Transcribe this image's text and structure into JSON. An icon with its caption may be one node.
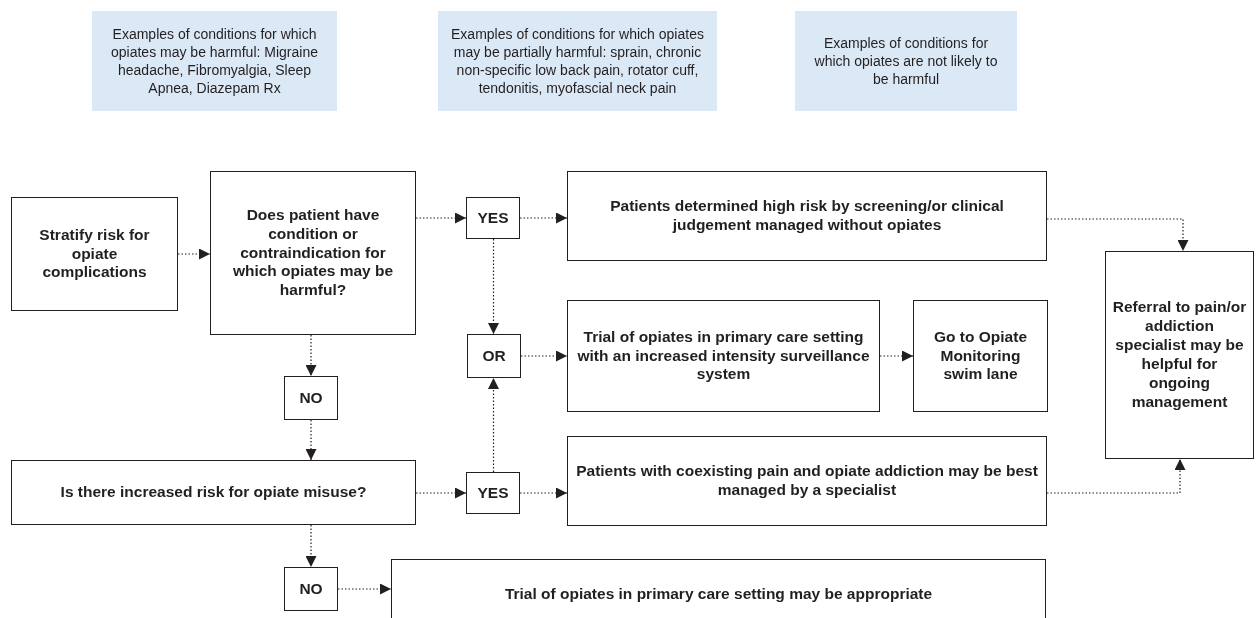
{
  "diagram": {
    "nodes": [
      {
        "text": [
          "Examples of conditions for which opiates may be harmful: Migraine headache, Fibromyalgia, Sleep Apnea, Diazepam Rx"
        ]
      },
      {
        "text": [
          "Examples of conditions for which opiates may be partially harmful: sprain, chronic non-specific low back pain, rotator cuff, tendonitis, myofascial neck pain"
        ]
      },
      {
        "text": [
          "Examples of conditions for which opiates are not likely to be harmful"
        ]
      },
      {
        "text": [
          "Stratify risk for opiate complications"
        ]
      },
      {
        "text": [
          "Does patient have condition or contraindication for which opiates may be harmful?"
        ]
      },
      {
        "text": [
          "YES"
        ]
      },
      {
        "text": [
          "Patients determined high risk by screening/or clinical judgement managed without opiates"
        ]
      },
      {
        "text": [
          "OR"
        ]
      },
      {
        "text": [
          "Trial of opiates in primary care setting with an increased intensity surveillance system"
        ]
      },
      {
        "text": [
          "Go to Opiate Monitoring swim lane"
        ]
      },
      {
        "text": [
          "Referral to pain/or addiction specialist may be helpful for ongoing management"
        ]
      },
      {
        "text": [
          "NO"
        ]
      },
      {
        "text": [
          "Is there increased risk for opiate misuse?"
        ]
      },
      {
        "text": [
          "YES"
        ]
      },
      {
        "text": [
          "Patients with coexisting pain and opiate addiction may be best managed by a specialist"
        ]
      },
      {
        "text": [
          "NO"
        ]
      },
      {
        "text": [
          "Trial of opiates in primary care setting may be appropriate"
        ]
      }
    ],
    "edges": [
      {
        "from": 3,
        "to": 4,
        "arrow": "to"
      },
      {
        "from": 4,
        "to": 5,
        "arrow": "to"
      },
      {
        "from": 5,
        "to": 6,
        "arrow": "to"
      },
      {
        "from": 5,
        "to": 7,
        "arrow": "to"
      },
      {
        "from": 7,
        "to": 8,
        "arrow": "to"
      },
      {
        "from": 8,
        "to": 9,
        "arrow": "to"
      },
      {
        "from": 6,
        "to": 10,
        "arrow": "to"
      },
      {
        "from": 14,
        "to": 10,
        "arrow": "to"
      },
      {
        "from": 4,
        "to": 11,
        "arrow": "to"
      },
      {
        "from": 11,
        "to": 12,
        "arrow": "to"
      },
      {
        "from": 12,
        "to": 13,
        "arrow": "to"
      },
      {
        "from": 13,
        "to": 7,
        "arrow": "to"
      },
      {
        "from": 13,
        "to": 14,
        "arrow": "to"
      },
      {
        "from": 12,
        "to": 15,
        "arrow": "to"
      },
      {
        "from": 15,
        "to": 16,
        "arrow": "to"
      }
    ]
  }
}
